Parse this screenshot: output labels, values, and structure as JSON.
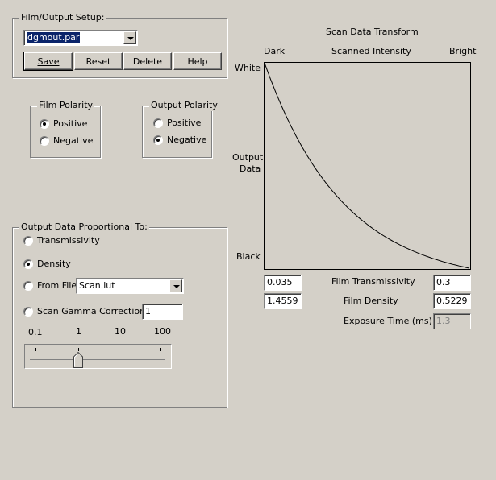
{
  "film_output_setup": {
    "title": "Film/Output Setup:",
    "file_combo_value": "dgmout.par",
    "buttons": {
      "save": "Save",
      "reset": "Reset",
      "delete": "Delete",
      "help": "Help"
    }
  },
  "film_polarity": {
    "title": "Film Polarity",
    "options": [
      {
        "label": "Positive",
        "checked": true
      },
      {
        "label": "Negative",
        "checked": false
      }
    ]
  },
  "output_polarity": {
    "title": "Output Polarity",
    "options": [
      {
        "label": "Positive",
        "checked": false
      },
      {
        "label": "Negative",
        "checked": true
      }
    ]
  },
  "output_proportional": {
    "title": "Output Data Proportional To:",
    "options": [
      {
        "label": "Transmissivity",
        "checked": false
      },
      {
        "label": "Density",
        "checked": true
      },
      {
        "label": "From File",
        "checked": false
      },
      {
        "label": "Scan Gamma Correction",
        "checked": false
      }
    ],
    "from_file_value": "Scan.lut",
    "gamma_value": "1",
    "slider": {
      "tick_labels": [
        "0.1",
        "1",
        "10",
        "100"
      ],
      "value": 1
    }
  },
  "scan_transform": {
    "title": "Scan Data Transform",
    "x_left": "Dark",
    "x_center": "Scanned Intensity",
    "x_right": "Bright",
    "y_top": "White",
    "y_mid_1": "Output",
    "y_mid_2": "Data",
    "y_bottom": "Black"
  },
  "readouts": {
    "min_transmissivity": "0.035",
    "max_transmissivity": "0.3",
    "min_density": "1.4559",
    "max_density": "0.5229",
    "exposure_time": "1.3",
    "film_transmissivity_label": "Film Transmissivity",
    "film_density_label": "Film Density",
    "exposure_time_label": "Exposure Time (ms)"
  },
  "colors": {
    "panel": "#d4d0c8",
    "selection": "#0a246a"
  }
}
